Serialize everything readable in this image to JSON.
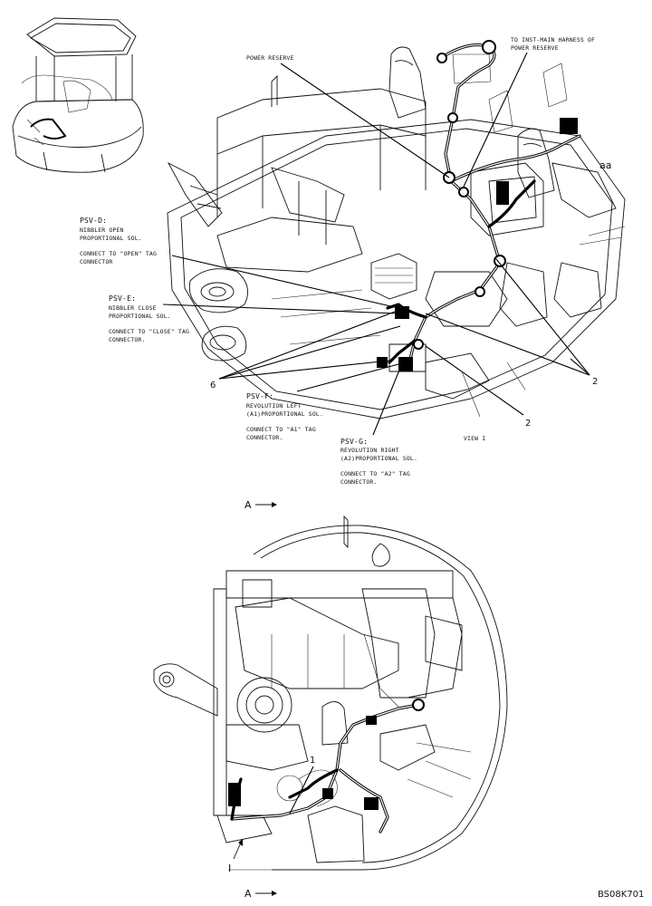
{
  "callouts": {
    "to_inst_main_line1": "TO INST-MAIN HARNESS OF",
    "to_inst_main_line2": "POWER RESERVE",
    "power_reserve": "POWER RESERVE",
    "psv_d_title": "PSV-D:",
    "psv_d_line1": "NIBBLER OPEN",
    "psv_d_line2": "PROPORTIONAL SOL.",
    "psv_d_connect1": "CONNECT TO \"OPEN\" TAG",
    "psv_d_connect2": "CONNECTOR",
    "psv_e_title": "PSV-E:",
    "psv_e_line1": "NIBBLER CLOSE",
    "psv_e_line2": "PROPORTIONAL SOL.",
    "psv_e_connect1": "CONNECT TO \"CLOSE\" TAG",
    "psv_e_connect2": "CONNECTOR.",
    "psv_f_title": "PSV-F:",
    "psv_f_line1": "REVOLUTION LEFT",
    "psv_f_line2": "(A1)PROPORTIONAL SOL.",
    "psv_f_connect1": "CONNECT TO \"A1\" TAG",
    "psv_f_connect2": "CONNECTOR.",
    "psv_g_title": "PSV-G:",
    "psv_g_line1": "REVOLUTION RIGHT",
    "psv_g_line2": "(A2)PROPORTIONAL SOL.",
    "psv_g_connect1": "CONNECT TO \"A2\" TAG",
    "psv_g_connect2": "CONNECTOR."
  },
  "labels": {
    "view_a": "A",
    "view_i": "VIEW I",
    "aa": "aa",
    "part_1": "1",
    "part_2a": "2",
    "part_2b": "2",
    "part_6": "6",
    "bottom_a": "A",
    "bottom_i": "I",
    "reference_code": "BS08K701"
  }
}
